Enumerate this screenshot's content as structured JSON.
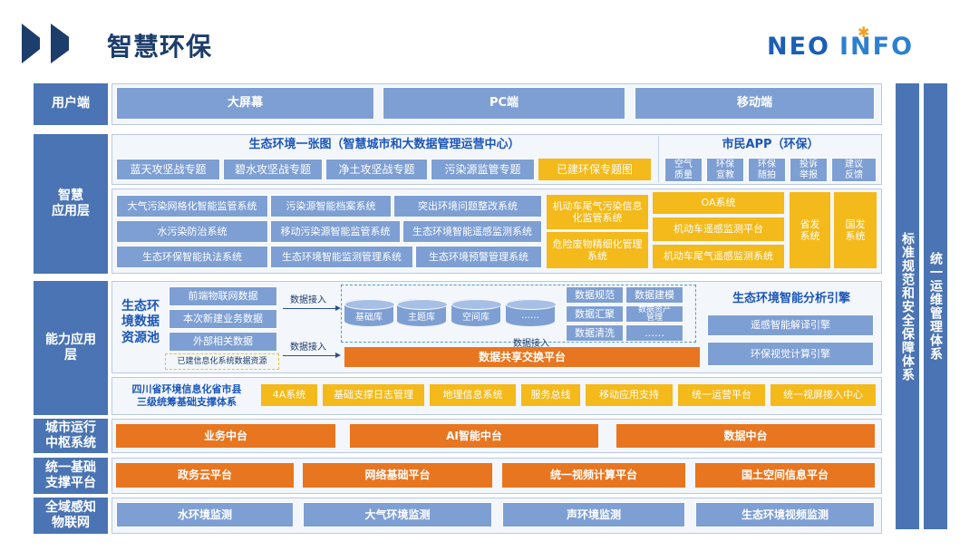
{
  "header": {
    "title": "智慧环保",
    "logo_neo": "NEO",
    "logo_info": "INFO",
    "colors": {
      "dark_blue": "#1d3d6b",
      "label_blue": "#4a74b3",
      "light_blue": "#7e9fd3",
      "yellow": "#f4b91a",
      "orange": "#e8751f"
    }
  },
  "rows": {
    "user": "用户端",
    "smart_app": "智慧\n应用层",
    "capability": "能力应用\n层",
    "city": "城市运行\n中枢系统",
    "unified": "统一基础\n支撑平台",
    "sense": "全域感知\n物联网"
  },
  "user": {
    "items": [
      "大屏幕",
      "PC端",
      "移动端"
    ]
  },
  "smart": {
    "map_title": "生态环境一张图（智慧城市和大数据管理运营中心）",
    "topics": [
      "蓝天攻坚战专题",
      "碧水攻坚战专题",
      "净土攻坚战专题",
      "污染源监管专题",
      "已建环保专题图"
    ],
    "app_title": "市民APP（环保）",
    "app_items": [
      "空气\n质量",
      "环保\n宣教",
      "环保\n随拍",
      "投诉\n举报",
      "建议\n反馈"
    ],
    "systems": [
      "大气污染网格化智能监管系统",
      "污染源智能档案系统",
      "突出环境问题整改系统",
      "水污染防治系统",
      "移动污染源智能监管系统",
      "生态环境智能遥感监测系统",
      "生态环保智能执法系统",
      "生态环境智能监测管理系统",
      "生态环境预警管理系统"
    ],
    "yellow_mid": [
      "机动车尾气污染信息化监管系统",
      "危险废物精细化管理系统"
    ],
    "yellow_right": [
      "OA系统",
      "机动车遥感监测平台",
      "机动车尾气遥感监测系统"
    ],
    "yellow_side": [
      "省发\n系统",
      "国发\n系统"
    ]
  },
  "capability": {
    "pool_title": "生态环\n境数据\n资源池",
    "sources": [
      "前端物联网数据",
      "本次新建业务数据",
      "外部相关数据"
    ],
    "existing": "已建信息化系统数据资源",
    "data_in": "数据接入",
    "dbs": [
      "基础库",
      "主题库",
      "空间库",
      "……"
    ],
    "ops": [
      "数据规范",
      "数据建模",
      "数据汇聚",
      "数据资产\n管理",
      "数据清洗",
      "……"
    ],
    "share": "数据共享交换平台",
    "engine_title": "生态环境智能分析引擎",
    "engines": [
      "遥感智能解译引擎",
      "环保视觉计算引擎"
    ],
    "support_title": "四川省环境信息化省市县\n三级统筹基础支撑体系",
    "support_items": [
      "4A系统",
      "基础支撑日志管理",
      "地理信息系统",
      "服务总线",
      "移动应用支持",
      "统一运营平台",
      "统一视屏接入中心"
    ]
  },
  "city": {
    "items": [
      "业务中台",
      "AI智能中台",
      "数据中台"
    ]
  },
  "unified": {
    "items": [
      "政务云平台",
      "网络基础平台",
      "统一视频计算平台",
      "国土空间信息平台"
    ]
  },
  "sense": {
    "items": [
      "水环境监测",
      "大气环境监测",
      "声环境监测",
      "生态环境视频监测"
    ]
  },
  "side": {
    "left": "标准规范和安全保障体系",
    "right": "统一运维管理体系"
  }
}
